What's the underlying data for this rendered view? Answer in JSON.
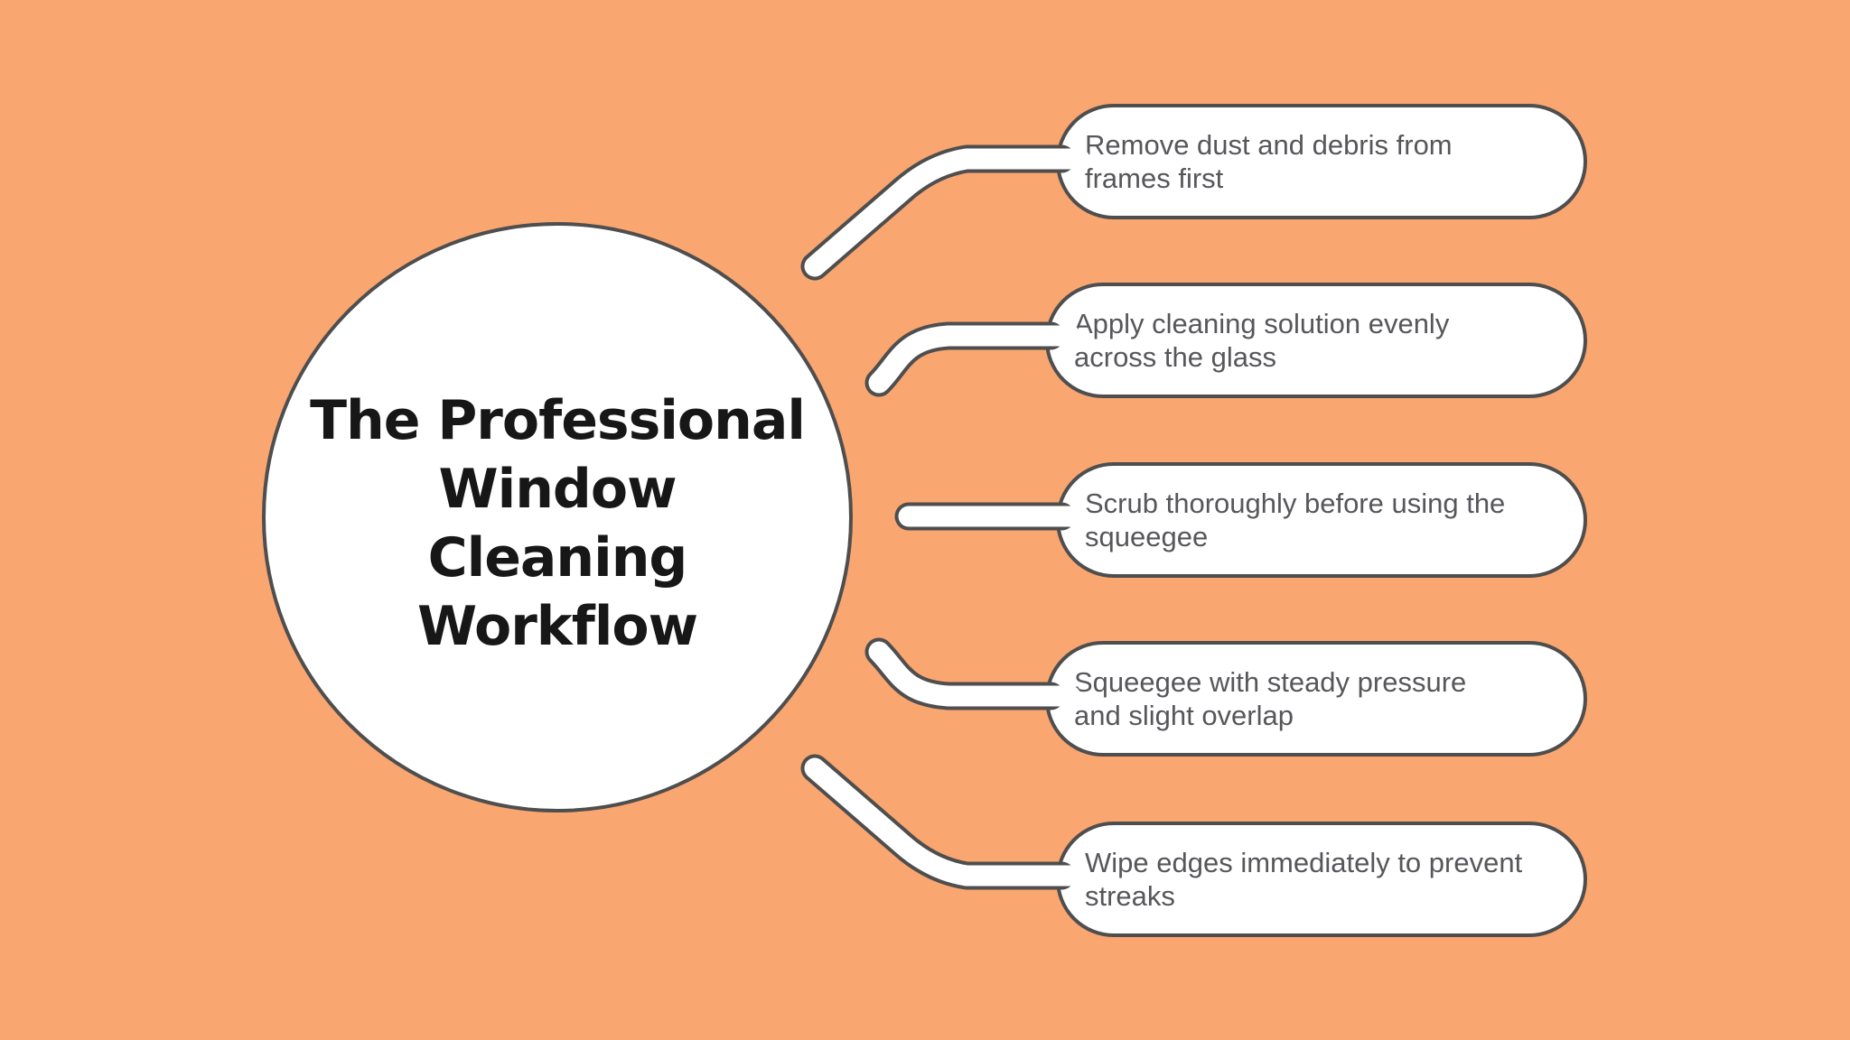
{
  "colors": {
    "background": "#F9A670",
    "outline": "#4E4E4E",
    "box_fill": "#FFFFFF",
    "box_text": "#57575B",
    "title_text": "#171717"
  },
  "central": {
    "lines": [
      "The Professional",
      "Window",
      "Cleaning",
      "Workflow"
    ]
  },
  "steps": [
    {
      "lines": [
        "Remove dust and debris from",
        "frames first"
      ]
    },
    {
      "lines": [
        "Apply cleaning solution evenly",
        "across the glass"
      ]
    },
    {
      "lines": [
        "Scrub thoroughly before using the",
        "squeegee"
      ]
    },
    {
      "lines": [
        "Squeegee with steady pressure",
        "and slight overlap"
      ]
    },
    {
      "lines": [
        "Wipe edges immediately to prevent",
        "streaks"
      ]
    }
  ]
}
